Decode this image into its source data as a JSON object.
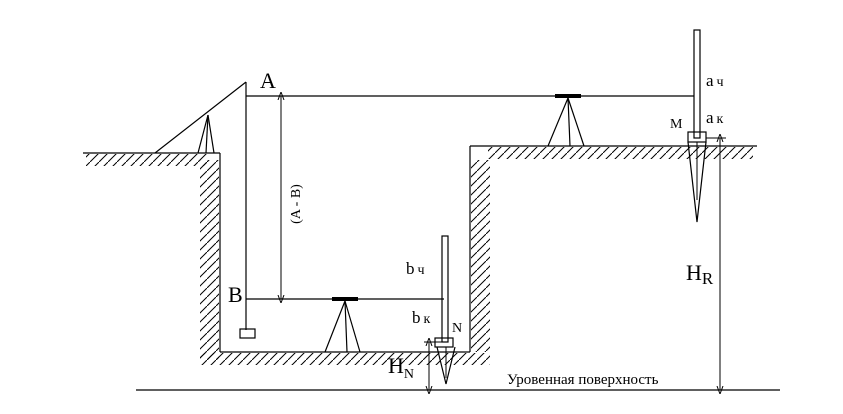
{
  "labels": {
    "point_a": "A",
    "point_b": "B",
    "point_m": "M",
    "point_n": "N",
    "a_main": "a",
    "a_ch": "ч",
    "a_k": "к",
    "b_main": "b",
    "b_ch": "ч",
    "b_k": "к",
    "height_diff": "(A - B)",
    "h_n_main": "H",
    "h_n_sub": "N",
    "h_r_main": "H",
    "h_r_sub": "R",
    "reference_surface": "Уровенная поверхность"
  }
}
